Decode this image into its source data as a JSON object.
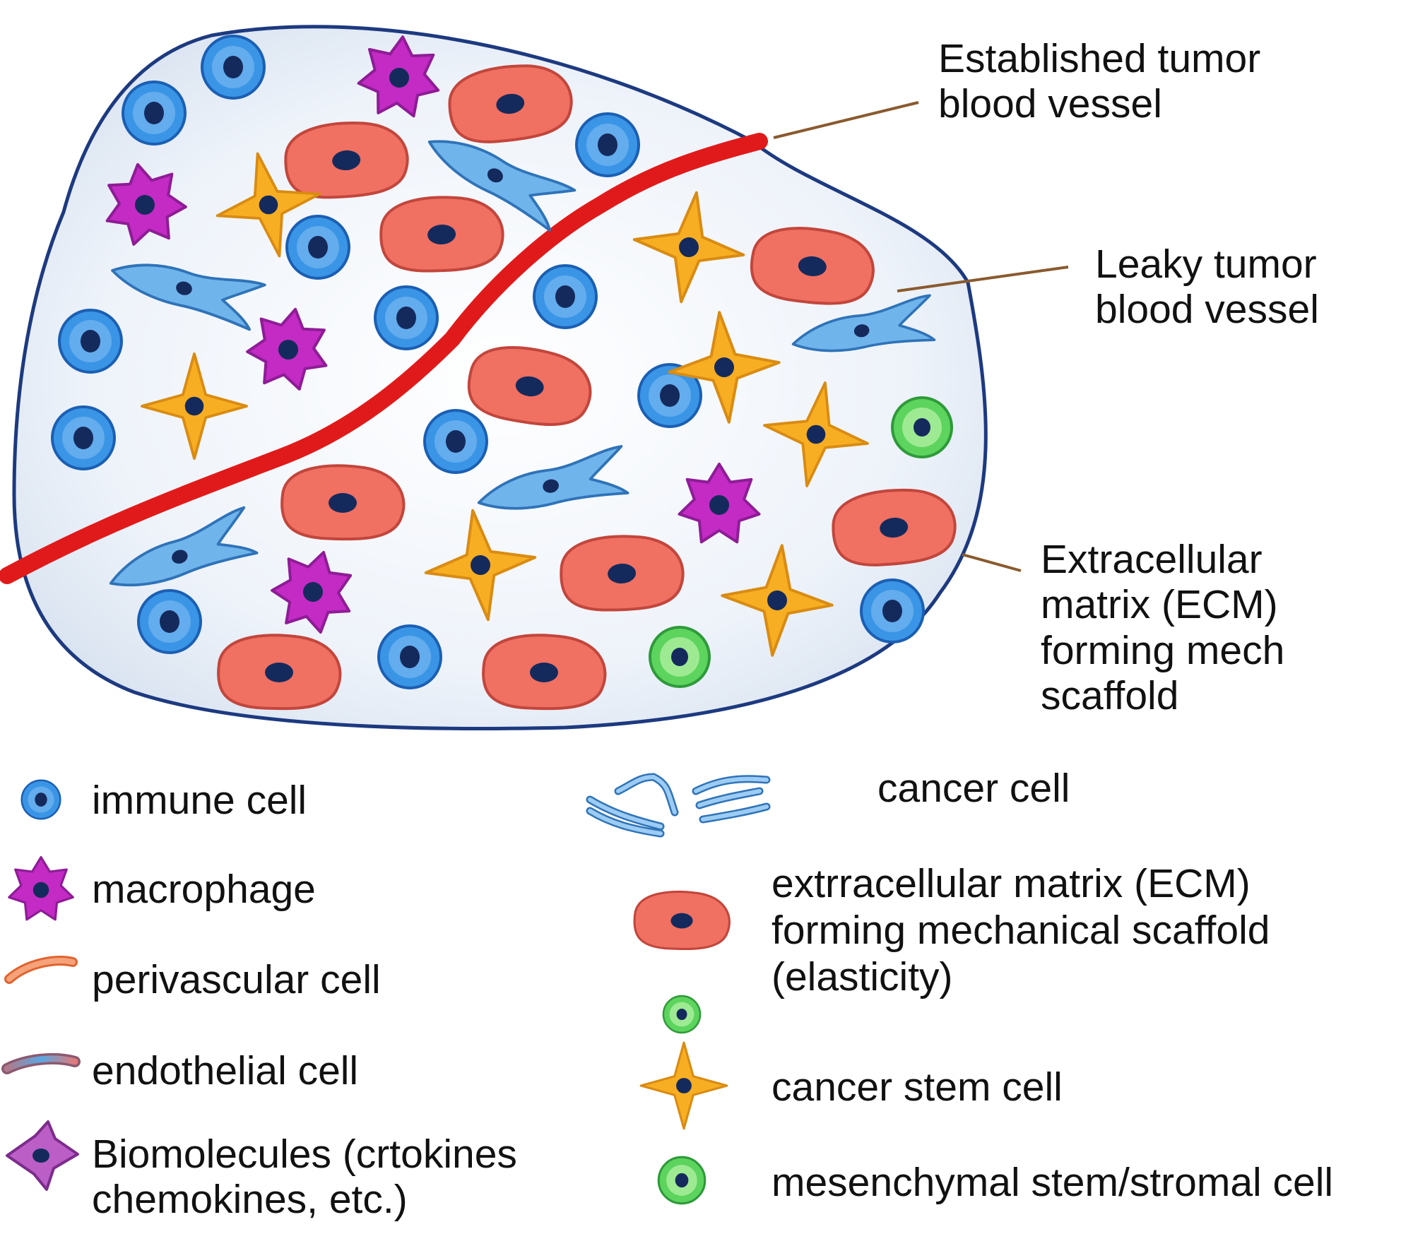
{
  "callouts": {
    "established": [
      "Established tumor",
      "blood vessel"
    ],
    "leaky": [
      "Leaky tumor",
      "blood vessel"
    ],
    "ecm": [
      "Extracellular",
      "matrix (ECM)",
      "forming mech",
      "scaffold"
    ]
  },
  "legend": {
    "left": [
      {
        "icon": "immune-cell-icon",
        "label": [
          "immune cell"
        ]
      },
      {
        "icon": "macrophage-icon",
        "label": [
          "macrophage"
        ]
      },
      {
        "icon": "perivascular-cell-icon",
        "label": [
          "perivascular cell"
        ]
      },
      {
        "icon": "endothelial-cell-icon",
        "label": [
          "endothelial cell"
        ]
      },
      {
        "icon": "biomolecule-icon",
        "label": [
          "Biomolecules (crtokines",
          "chemokines, etc.)"
        ]
      }
    ],
    "right": [
      {
        "icon": "cancer-cell-icon",
        "label": [
          "cancer cell"
        ]
      },
      {
        "icon": "ecm-cell-icon",
        "label": [
          "extrracellular matrix (ECM)",
          "forming mechanical scaffold",
          "(elasticity)"
        ]
      },
      {
        "icon": "small-green-cell-icon",
        "label": []
      },
      {
        "icon": "cancer-stem-cell-icon",
        "label": [
          "cancer stem cell"
        ]
      },
      {
        "icon": "mesenchymal-stem-cell-icon",
        "label": [
          "mesenchymal stem/stromal cell"
        ]
      }
    ]
  },
  "colors": {
    "outline": "#1d3a80",
    "vessel": "#e01a1a",
    "immune_fill": "#3a95e6",
    "immune_ring": "#1b5fb3",
    "macrophage": "#c32bc4",
    "ecm_cell": "#f07062",
    "cancer_cell": "#70b4ec",
    "stem_cell": "#f8ae22",
    "green_cell": "#5dd45d",
    "nucleus": "#152a5c",
    "leader": "#8a5a2e"
  }
}
